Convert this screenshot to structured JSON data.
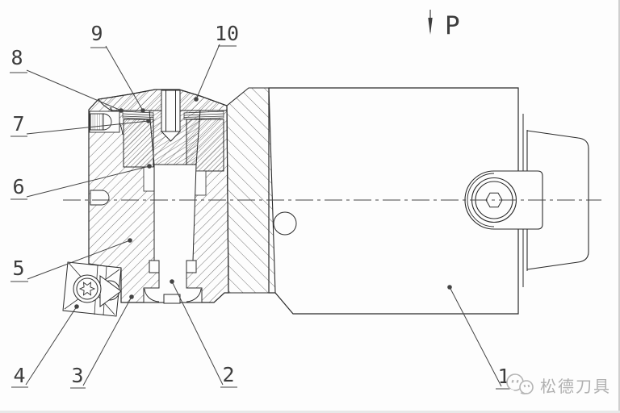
{
  "drawing": {
    "type": "engineering-section-drawing",
    "subject": "face-mill-cutter-assembly-cross-section",
    "view_label": "P",
    "view_arrow_icon": "down-arrow",
    "callouts": [
      "1",
      "2",
      "3",
      "4",
      "5",
      "6",
      "7",
      "8",
      "9",
      "10"
    ],
    "watermark": {
      "text": "松德刀具",
      "logo_icon": "chat-bubbles",
      "color": "#b0b0b0"
    },
    "colors": {
      "line": "#2b2b2b",
      "hatch": "#3a3a3a",
      "background": "#fdfdfd",
      "leader": "#444444"
    }
  }
}
